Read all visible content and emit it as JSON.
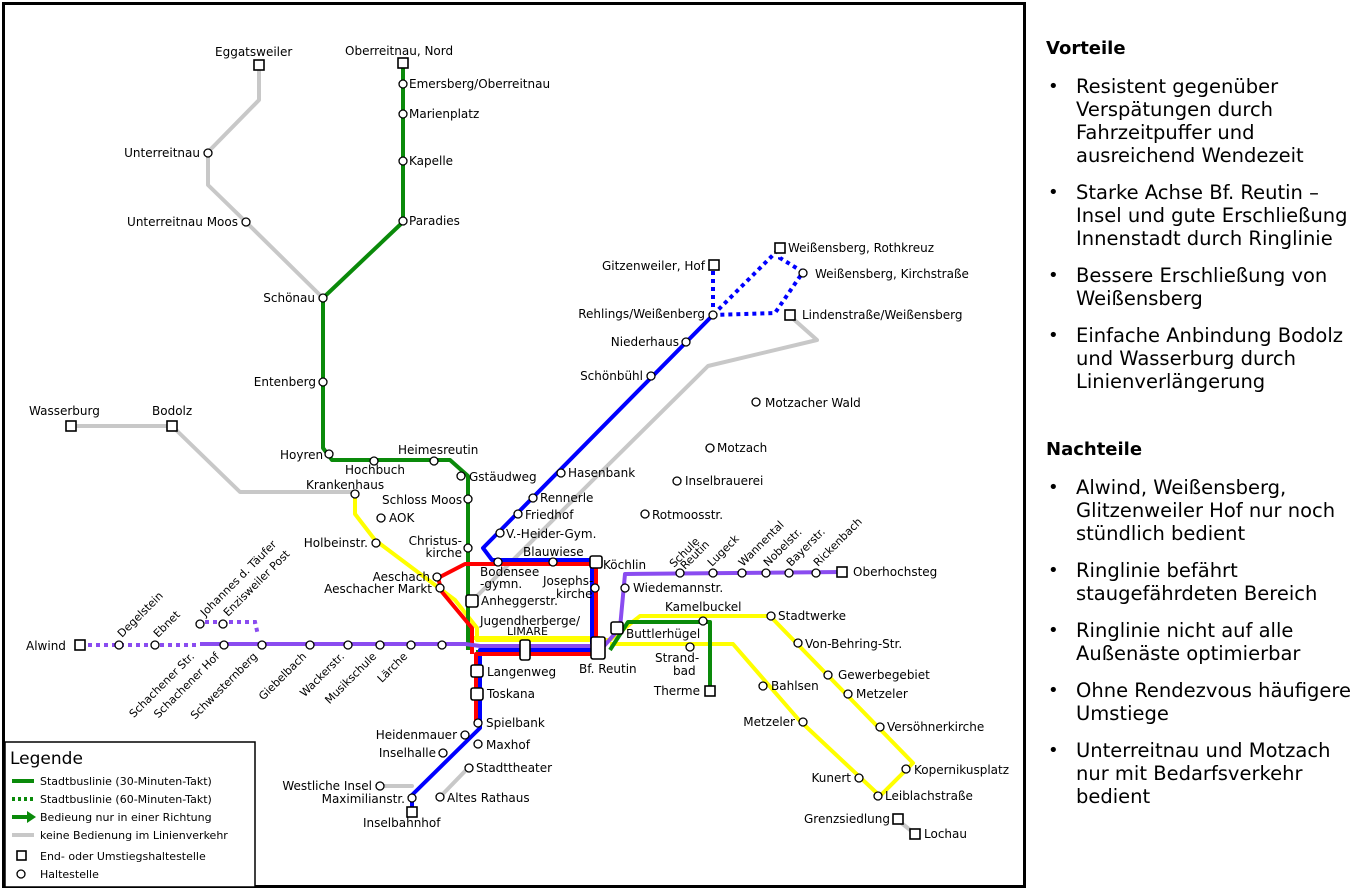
{
  "map": {
    "stations": {
      "eggatsweiler": "Eggatsweiler",
      "oberreitnau_nord": "Oberreitnau, Nord",
      "emersberg": "Emersberg/Oberreitnau",
      "marienplatz": "Marienplatz",
      "unterreitnau": "Unterreitnau",
      "kapelle": "Kapelle",
      "unterreitnau_moos": "Unterreitnau Moos",
      "paradies": "Paradies",
      "schoenau": "Schönau",
      "weissensberg_rothkreuz": "Weißensberg, Rothkreuz",
      "gitzenweiler_hof": "Gitzenweiler, Hof",
      "weissensberg_kirchstrasse": "Weißensberg, Kirchstraße",
      "rehlings": "Rehlings/Weißenberg",
      "lindenstrasse": "Lindenstraße/Weißensberg",
      "niederhaus": "Niederhaus",
      "entenberg": "Entenberg",
      "schoenbuehl": "Schönbühl",
      "motzacher_wald": "Motzacher Wald",
      "wasserburg": "Wasserburg",
      "bodolz": "Bodolz",
      "motzach": "Motzach",
      "heimesreutin": "Heimesreutin",
      "hoyren": "Hoyren",
      "hochbuch": "Hochbuch",
      "gstaeudweg": "Gstäudweg",
      "hasenbank": "Hasenbank",
      "inselbrauerei": "Inselbrauerei",
      "krankenhaus": "Krankenhaus",
      "schloss_moos": "Schloss Moos",
      "rennerle": "Rennerle",
      "friedhof": "Friedhof",
      "rotmoosstr": "Rotmoosstr.",
      "aok": "AOK",
      "v_heider": "V.-Heider-Gym.",
      "holbeinstr": "Holbeinstr.",
      "christuskirche_1": "Christus-",
      "christuskirche_2": "kirche",
      "blauwiese": "Blauwiese",
      "koechlin": "Köchlin",
      "schule_reutin_1": "Schule",
      "schule_reutin_2": "Reutin",
      "lugeck": "Lugeck",
      "wannental": "Wannental",
      "nobelstr": "Nobelstr.",
      "bayerstr": "Bayerstr.",
      "rickenbach": "Rickenbach",
      "oberhochsteg": "Oberhochsteg",
      "bodensee_gym_1": "Bodensee",
      "bodensee_gym_2": "-gymn.",
      "josephskirche_1": "Josephs-",
      "josephskirche_2": "kirche",
      "wiedemannstr": "Wiedemannstr.",
      "aeschach": "Aeschach",
      "aeschacher_markt": "Aeschacher Markt",
      "johannes_1": "Johannes d. Täufer",
      "enzisweiler_post": "Enzisweiler Post",
      "degelstein": "Degelstein",
      "ebnet": "Ebnet",
      "anheggerstr": "Anheggerstr.",
      "kamelbuckel": "Kamelbuckel",
      "stadtwerke": "Stadtwerke",
      "jugendherberge_1": "Jugendherberge/",
      "jugendherberge_2": "LIMARE",
      "buttlerhuegel": "Buttlerhügel",
      "von_behring": "Von-Behring-Str.",
      "alwind": "Alwind",
      "schachener_str": "Schachener Str.",
      "schachener_hof": "Schachener Hof",
      "schwesternberg": "Schwesternberg",
      "giebelbach": "Giebelbach",
      "wackerstr": "Wackerstr.",
      "musikschule": "Musikschule",
      "laerche": "Lärche",
      "bf_reutin": "Bf. Reutin",
      "strandbad_1": "Strand-",
      "strandbad_2": "bad",
      "gewerbegebiet": "Gewerbegebiet",
      "langenweg": "Langenweg",
      "therme": "Therme",
      "bahlsen": "Bahlsen",
      "metzeler_1": "Metzeler",
      "toskana": "Toskana",
      "spielbank": "Spielbank",
      "metzeler_2": "Metzeler",
      "versoehnerkirche": "Versöhnerkirche",
      "heidenmauer": "Heidenmauer",
      "maxhof": "Maxhof",
      "inselhalle": "Inselhalle",
      "stadttheater": "Stadttheater",
      "kopernikusplatz": "Kopernikusplatz",
      "westliche_insel": "Westliche Insel",
      "kunert": "Kunert",
      "maximilianstr": "Maximilianstr.",
      "altes_rathaus": "Altes Rathaus",
      "leiblachstrasse": "Leiblachstraße",
      "grenzsiedlung": "Grenzsiedlung",
      "inselbahnhof": "Inselbahnhof",
      "lochau": "Lochau"
    },
    "legend": {
      "title": "Legende",
      "items": [
        {
          "label": "Stadtbuslinie (30-Minuten-Takt)",
          "symbol": "solid-green-line"
        },
        {
          "label": "Stadtbuslinie (60-Minuten-Takt)",
          "symbol": "dotted-green-line"
        },
        {
          "label": "Bedieung nur in einer Richtung",
          "symbol": "green-arrow-line"
        },
        {
          "label": "keine Bedienung im Linienverkehr",
          "symbol": "grey-line"
        },
        {
          "label": "End- oder Umstiegshaltestelle",
          "symbol": "square-stop"
        },
        {
          "label": "Haltestelle",
          "symbol": "circle-stop"
        }
      ]
    },
    "colors": {
      "green": "#0a8a0a",
      "blue": "#0000ff",
      "red": "#ff0000",
      "purple": "#8a4cf0",
      "yellow": "#ffff00",
      "grey": "#c8c8c8"
    }
  },
  "side": {
    "vorteile_title": "Vorteile",
    "vorteile": [
      "Resistent gegenüber Verspätungen durch Fahrzeitpuffer und ausreichend Wendezeit",
      "Starke Achse Bf. Reutin – Insel und gute Erschließung Innenstadt durch Ringlinie",
      "Bessere Erschließung von Weißensberg",
      "Einfache Anbindung Bodolz und Wasserburg durch Linienverlängerung"
    ],
    "nachteile_title": "Nachteile",
    "nachteile": [
      "Alwind, Weißensberg, Glitzenweiler Hof nur noch stündlich bedient",
      "Ringlinie befährt staugefährdeten Bereich",
      "Ringlinie nicht auf alle Außenäste optimierbar",
      "Ohne Rendezvous häufigere Umstiege",
      "Unterreitnau und Motzach nur mit Bedarfsverkehr bedient"
    ]
  }
}
